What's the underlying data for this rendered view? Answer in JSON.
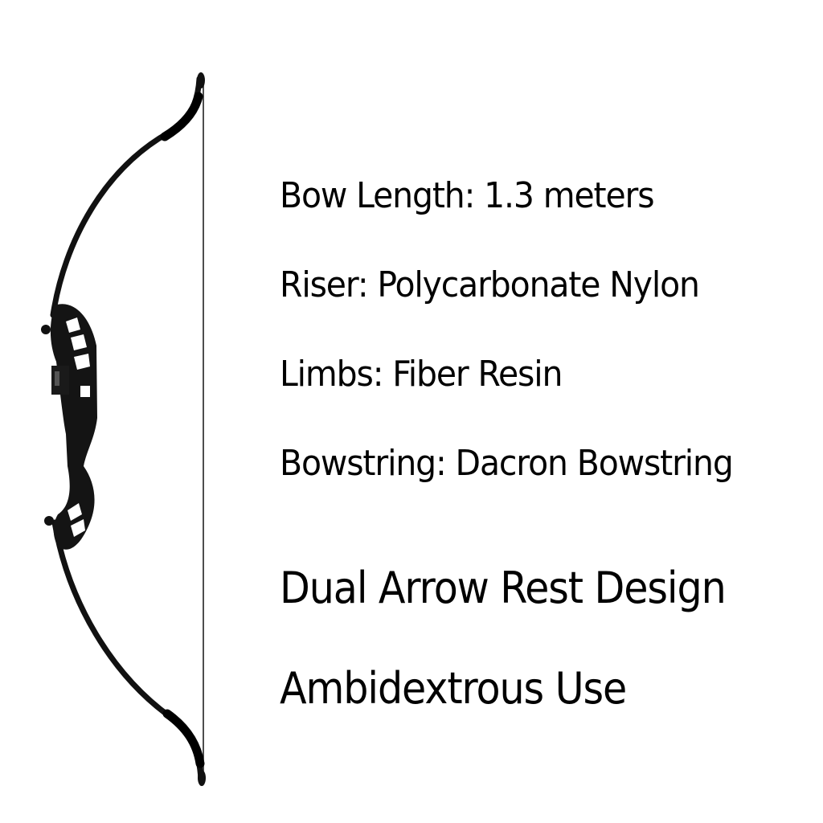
{
  "specs": [
    "Bow Length: 1.3 meters",
    "Riser: Polycarbonate Nylon",
    "Limbs: Fiber Resin",
    "Bowstring: Dacron Bowstring"
  ],
  "features": [
    "Dual Arrow Rest Design",
    "Ambidextrous Use"
  ],
  "colors": {
    "background": "#ffffff",
    "text": "#000000",
    "bow": "#111111"
  },
  "icons": {
    "product": "recurve-bow-icon"
  }
}
